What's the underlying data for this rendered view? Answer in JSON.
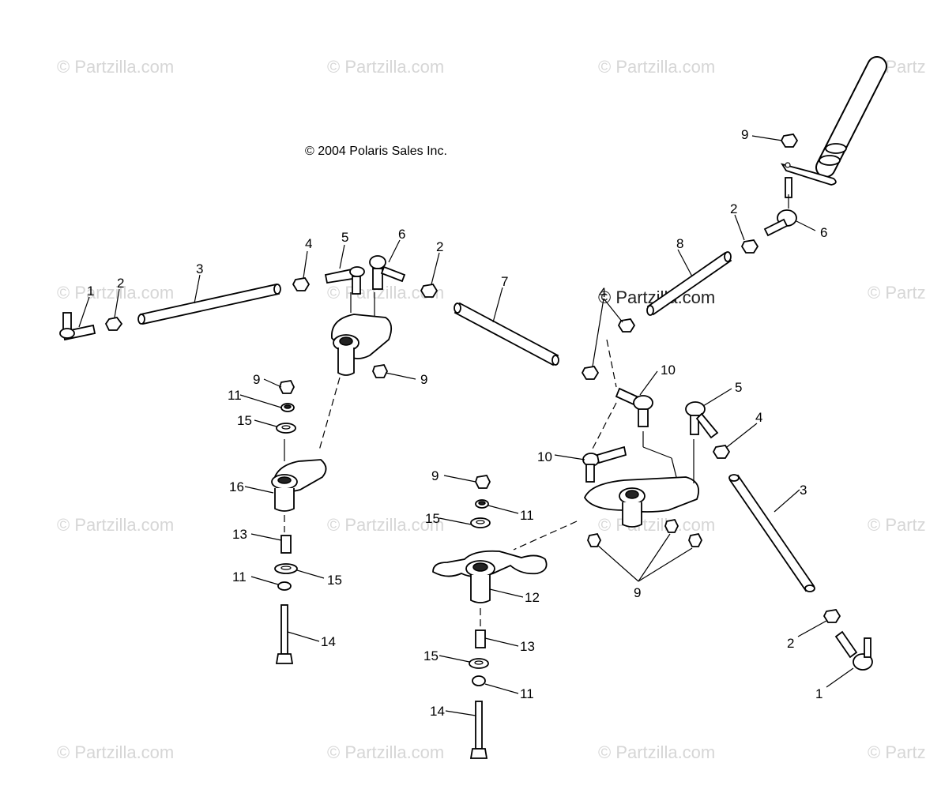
{
  "copyright": "© 2004 Polaris Sales Inc.",
  "watermark": "© Partzilla.com",
  "center_watermark": "© Partzilla.com",
  "callouts": [
    "1",
    "2",
    "3",
    "4",
    "5",
    "6",
    "7",
    "8",
    "9",
    "10",
    "11",
    "12",
    "13",
    "14",
    "15",
    "16"
  ]
}
